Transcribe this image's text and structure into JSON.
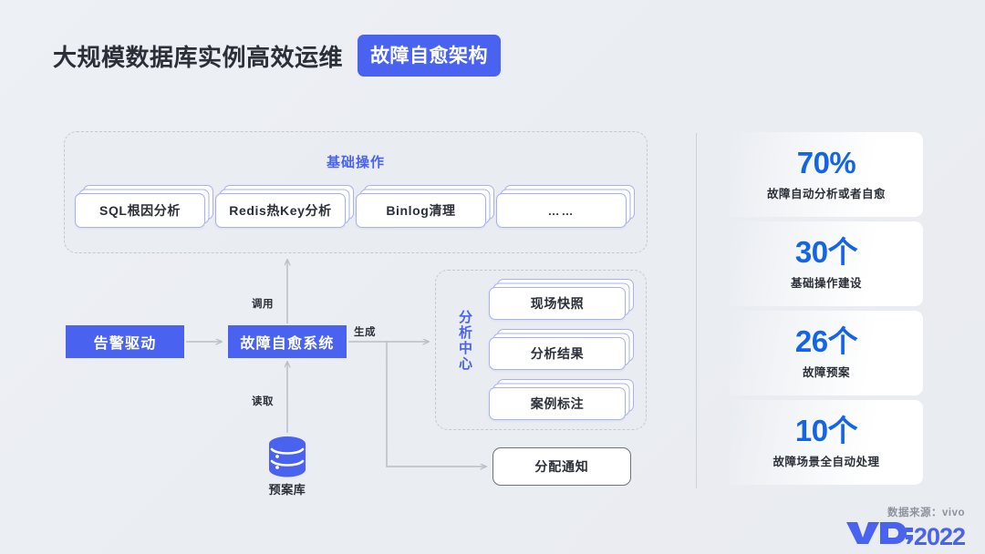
{
  "header": {
    "title": "大规模数据库实例高效运维",
    "badge": "故障自愈架构"
  },
  "colors": {
    "background": "#eceff3",
    "brand_blue": "#4a62f0",
    "stat_blue": "#1464e8",
    "card_border": "#a8b2ef",
    "dashed_border": "#c3c9d2",
    "wire_gray": "#b8bfc8",
    "text_dark": "#2b2f38"
  },
  "base_panel": {
    "title": "基础操作",
    "cards": [
      {
        "label": "SQL根因分析"
      },
      {
        "label": "Redis热Key分析"
      },
      {
        "label": "Binlog清理"
      },
      {
        "label": "……"
      }
    ]
  },
  "flow": {
    "alarm_box": "告警驱动",
    "system_box": "故障自愈系统",
    "notify_box": "分配通知",
    "db_label": "预案库",
    "db_icon": "database-cylinder-icon",
    "edge_labels": {
      "call": "调用",
      "read": "读取",
      "generate": "生成"
    }
  },
  "analysis_panel": {
    "title": "分析中心",
    "cards": [
      {
        "label": "现场快照"
      },
      {
        "label": "分析结果"
      },
      {
        "label": "案例标注"
      }
    ]
  },
  "stats": [
    {
      "value": "70%",
      "caption": "故障自动分析或者自愈"
    },
    {
      "value": "30个",
      "caption": "基础操作建设"
    },
    {
      "value": "26个",
      "caption": "故障预案"
    },
    {
      "value": "10个",
      "caption": "故障场景全自动处理"
    }
  ],
  "footer": {
    "source": "数据来源：vivo",
    "logo_mark": "VDC",
    "logo_year": "2022"
  }
}
